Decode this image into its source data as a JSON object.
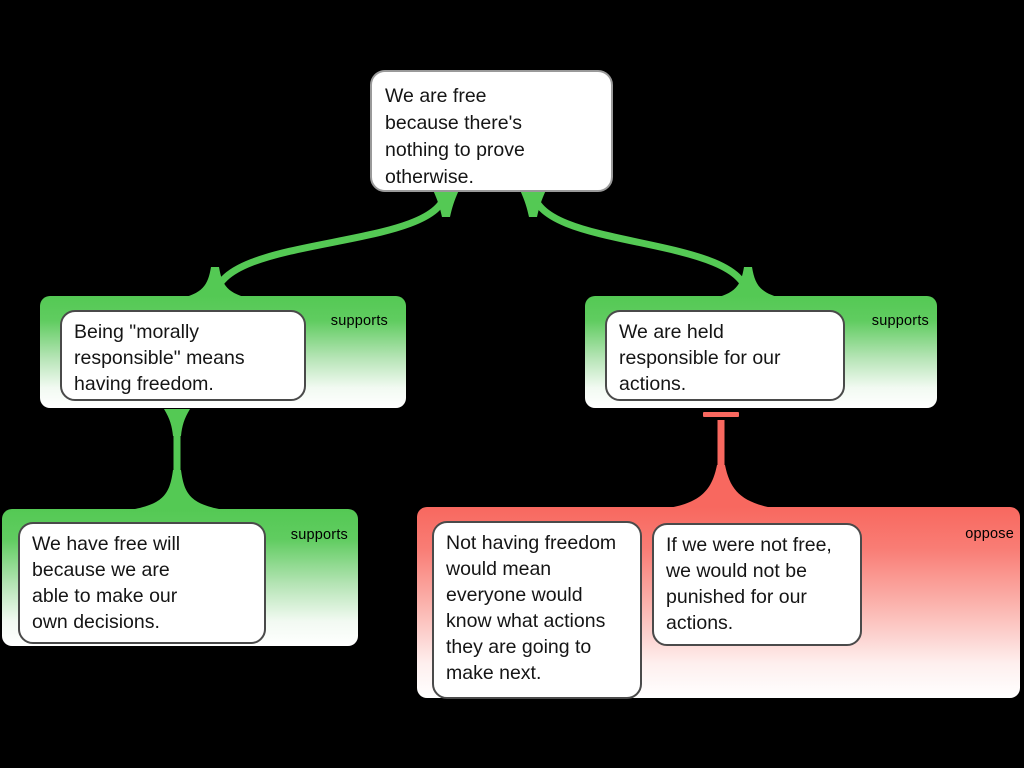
{
  "canvas": {
    "background": "#000000"
  },
  "colors": {
    "support": "#54c954",
    "oppose": "#f8685f",
    "node_bg": "#ffffff",
    "text": "#151515"
  },
  "nodes": {
    "root": {
      "text": "We are free\nbecause there's\nnothing to prove\notherwise."
    },
    "support_left": {
      "label": "supports",
      "text": "Being \"morally\nresponsible\" means\nhaving freedom."
    },
    "support_right": {
      "label": "supports",
      "text": "We are held\nresponsible for our\nactions."
    },
    "support_bottom": {
      "label": "supports",
      "text": "We have free will\nbecause we are\nable to make our\nown decisions."
    },
    "oppose_group": {
      "label": "oppose",
      "claims": [
        {
          "text": "Not having freedom\nwould mean\neveryone would\nknow what actions\nthey are going to\nmake next."
        },
        {
          "text": "If we were not free,\nwe would not be\npunished for our\nactions."
        }
      ]
    }
  }
}
